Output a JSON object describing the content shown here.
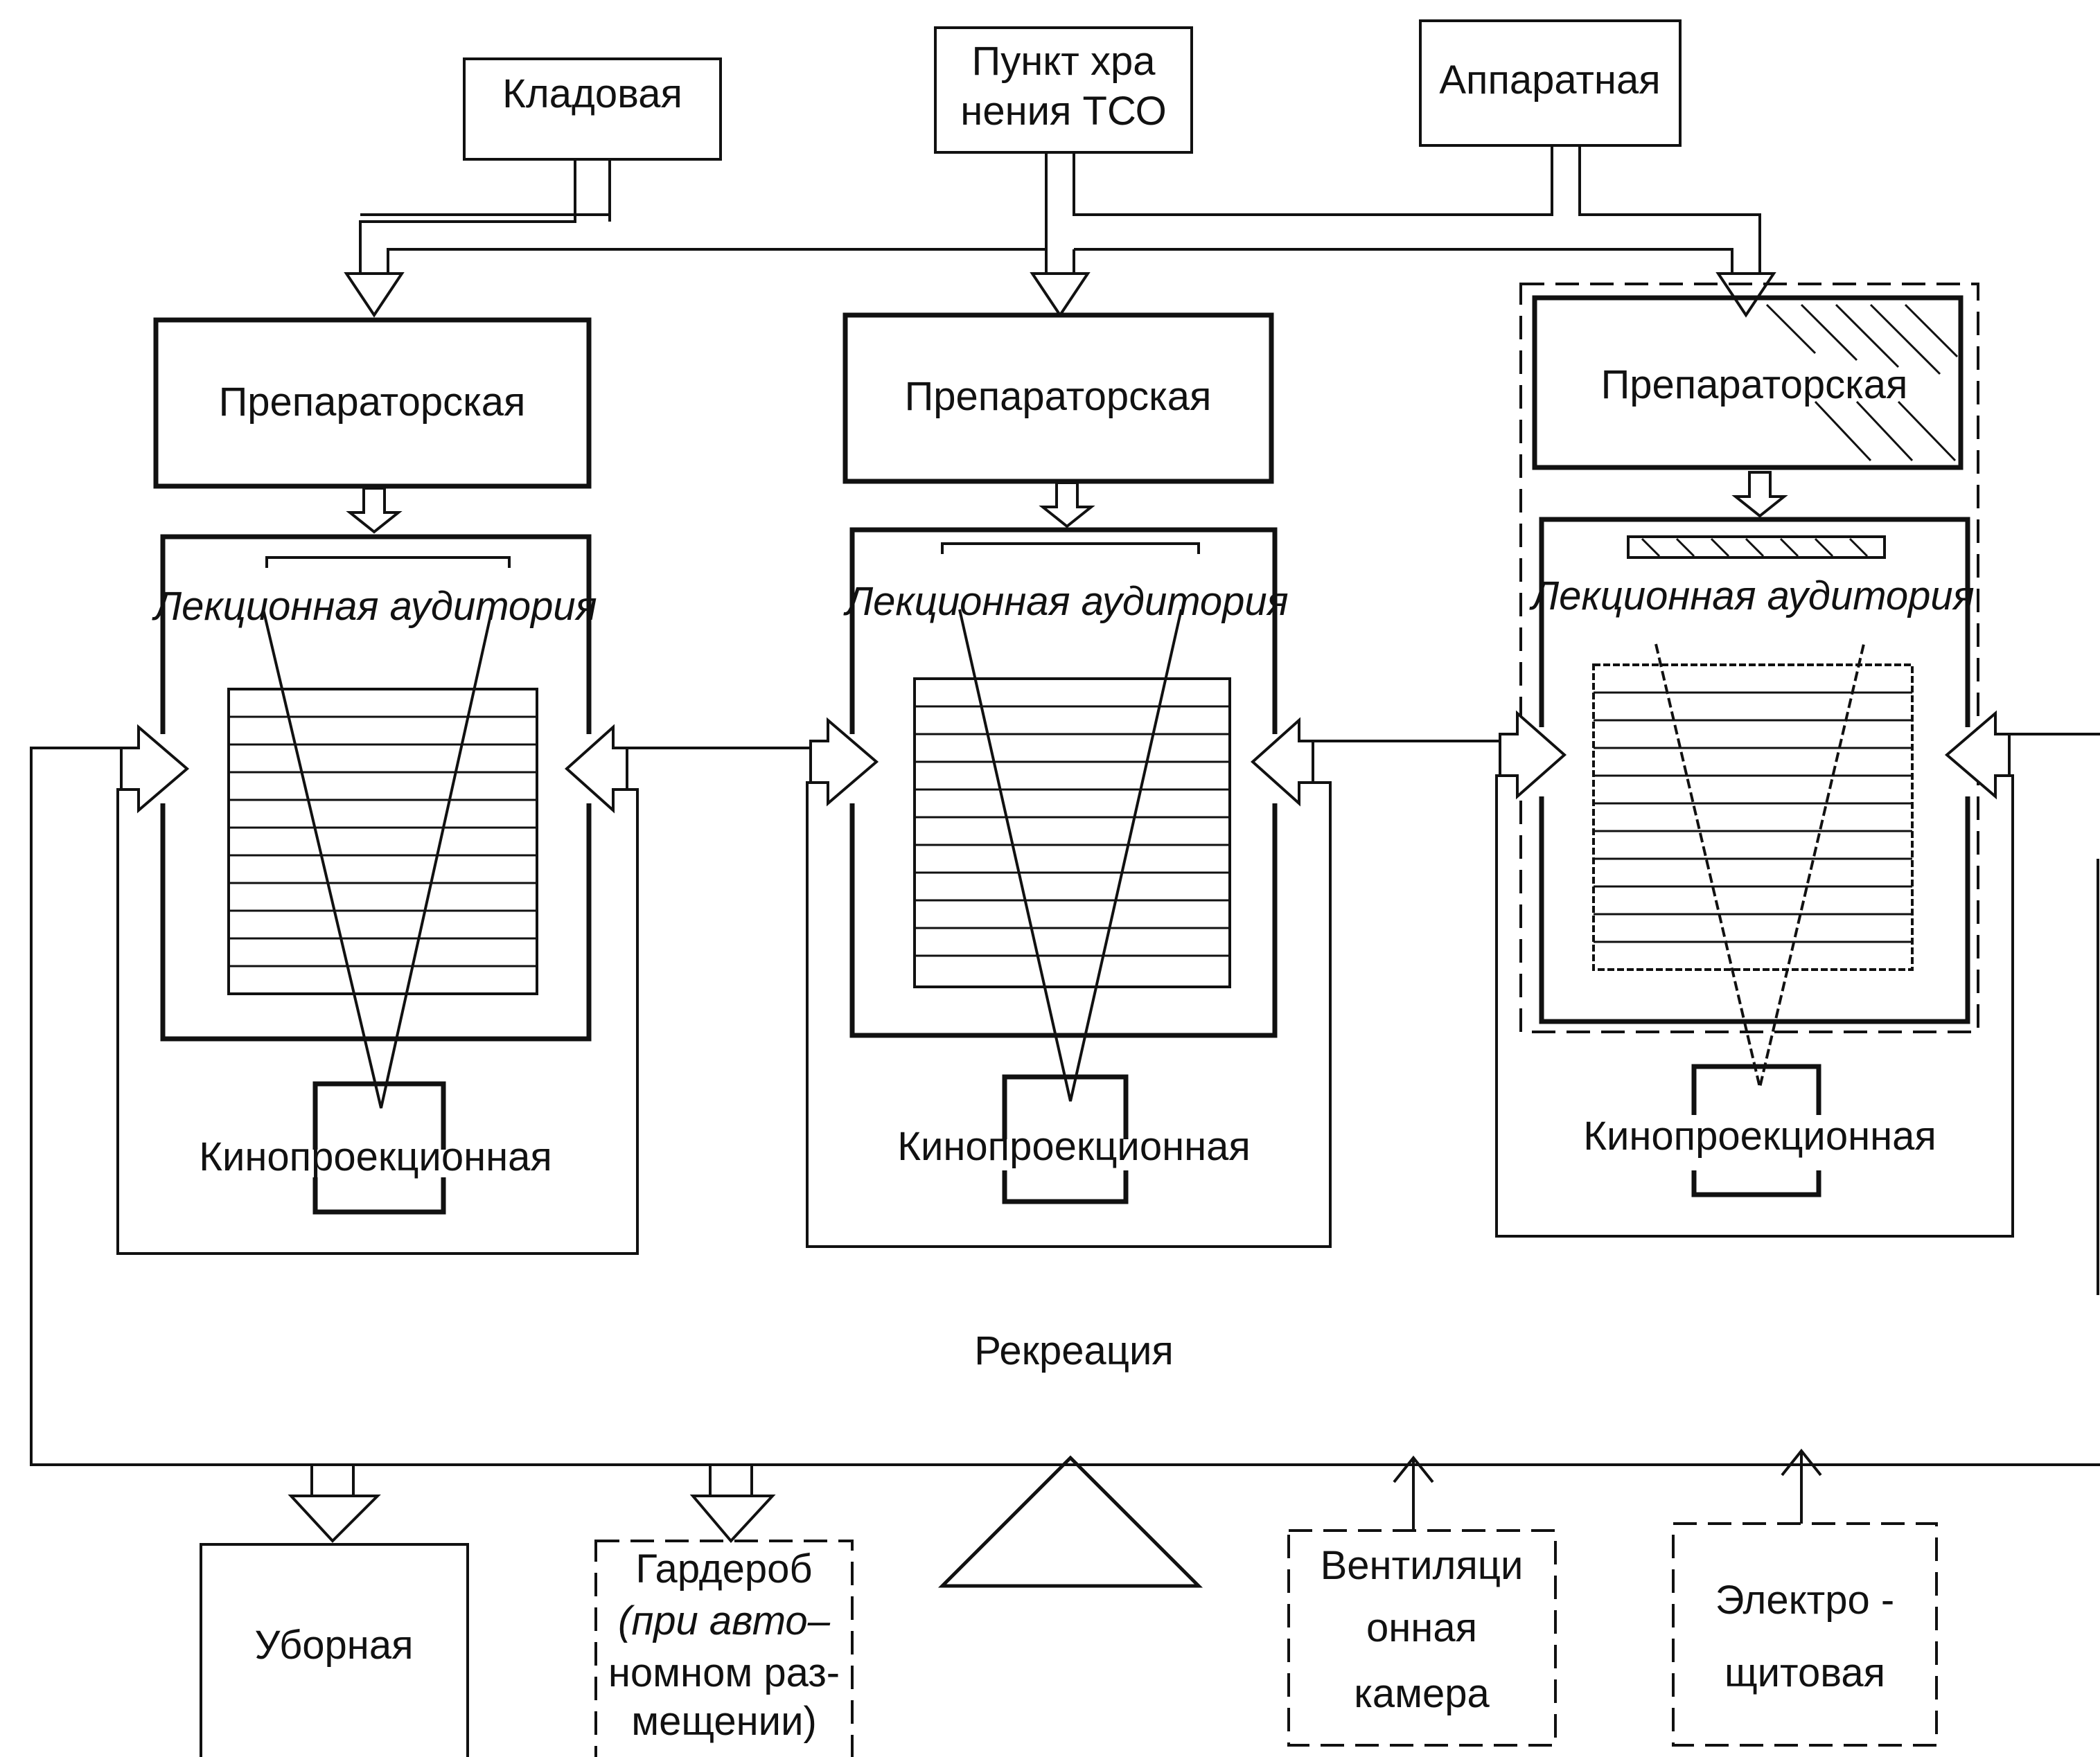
{
  "top_rooms": {
    "storage": "Кладовая",
    "tso_storage_line1": "Пункт хра",
    "tso_storage_line2": "нения ТСО",
    "equipment_room": "Аппаратная"
  },
  "units": [
    {
      "prep": "Препараторская",
      "hall": "Лекционная аудитория",
      "projection": "Кинопроекционная"
    },
    {
      "prep": "Препараторская",
      "hall": "Лекционная аудитория",
      "projection": "Кинопроекционная"
    },
    {
      "prep": "Препараторская",
      "hall": "Лекционная аудитория",
      "projection": "Кинопроекционная"
    }
  ],
  "recreation": "Рекреация",
  "bottom_rooms": {
    "toilet": "Уборная",
    "wardrobe_lines": [
      "Гардероб",
      "(при авто–",
      "номном раз-",
      "мещении)"
    ],
    "ventilation_lines": [
      "Вентиляци",
      "онная",
      "камера"
    ],
    "electrical_lines": [
      "Электро -",
      "щитовая"
    ]
  }
}
